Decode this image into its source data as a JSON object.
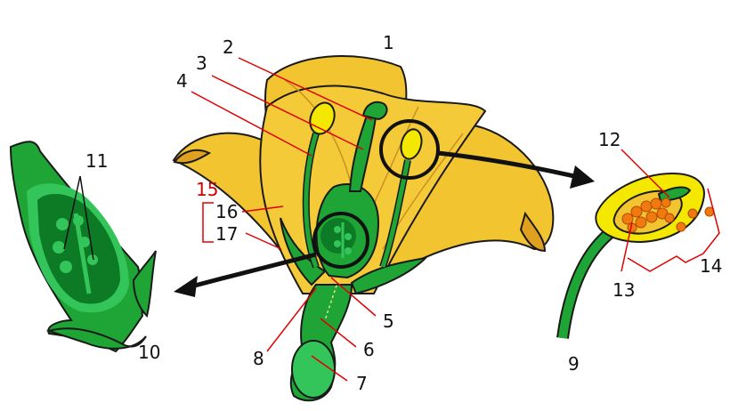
{
  "labels": {
    "l1": "1",
    "l2": "2",
    "l3": "3",
    "l4": "4",
    "l5": "5",
    "l6": "6",
    "l7": "7",
    "l8": "8",
    "l9": "9",
    "l10": "10",
    "l11": "11",
    "l12": "12",
    "l13": "13",
    "l14": "14",
    "l15": "15",
    "l16": "16",
    "l17": "17"
  },
  "colors": {
    "petal": "#f2c430",
    "petal_shade": "#e0a020",
    "green": "#1fa535",
    "green_dark": "#0d7a25",
    "green_light": "#33c55a",
    "anther": "#f5e800",
    "pollen": "#f07a10",
    "leader": "#e00000",
    "outline": "#1a1a1a"
  }
}
